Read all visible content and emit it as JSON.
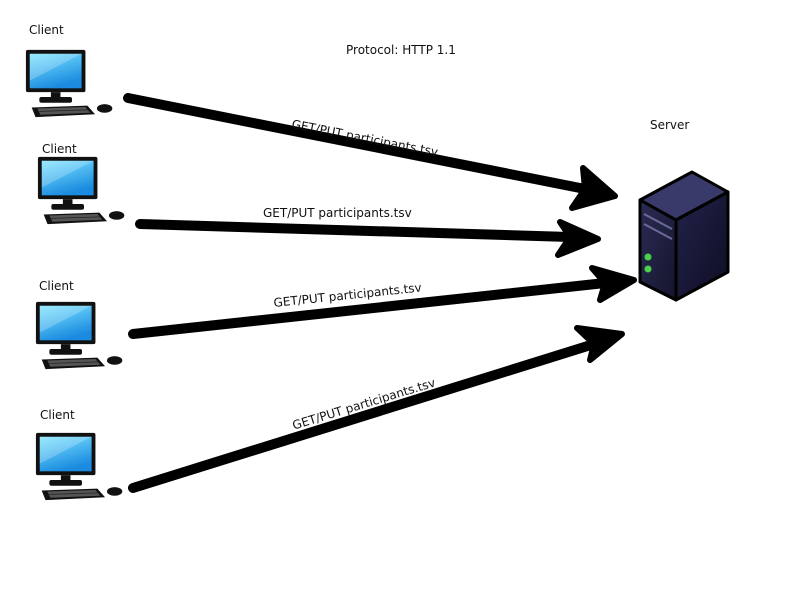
{
  "title": "Protocol: HTTP 1.1",
  "server": {
    "label": "Server",
    "icon": "server-icon"
  },
  "clients": [
    {
      "label": "Client",
      "icon": "computer-icon"
    },
    {
      "label": "Client",
      "icon": "computer-icon"
    },
    {
      "label": "Client",
      "icon": "computer-icon"
    },
    {
      "label": "Client",
      "icon": "computer-icon"
    }
  ],
  "connections": [
    {
      "label": "GET/PUT participants.tsv"
    },
    {
      "label": "GET/PUT participants.tsv"
    },
    {
      "label": "GET/PUT participants.tsv"
    },
    {
      "label": "GET/PUT participants.tsv"
    }
  ],
  "colors": {
    "arrow": "#000000",
    "screen_top": "#5ad8ff",
    "screen_bottom": "#1c8fe0",
    "server_body": "#1c1c3c",
    "server_led": "#4cd04c"
  }
}
